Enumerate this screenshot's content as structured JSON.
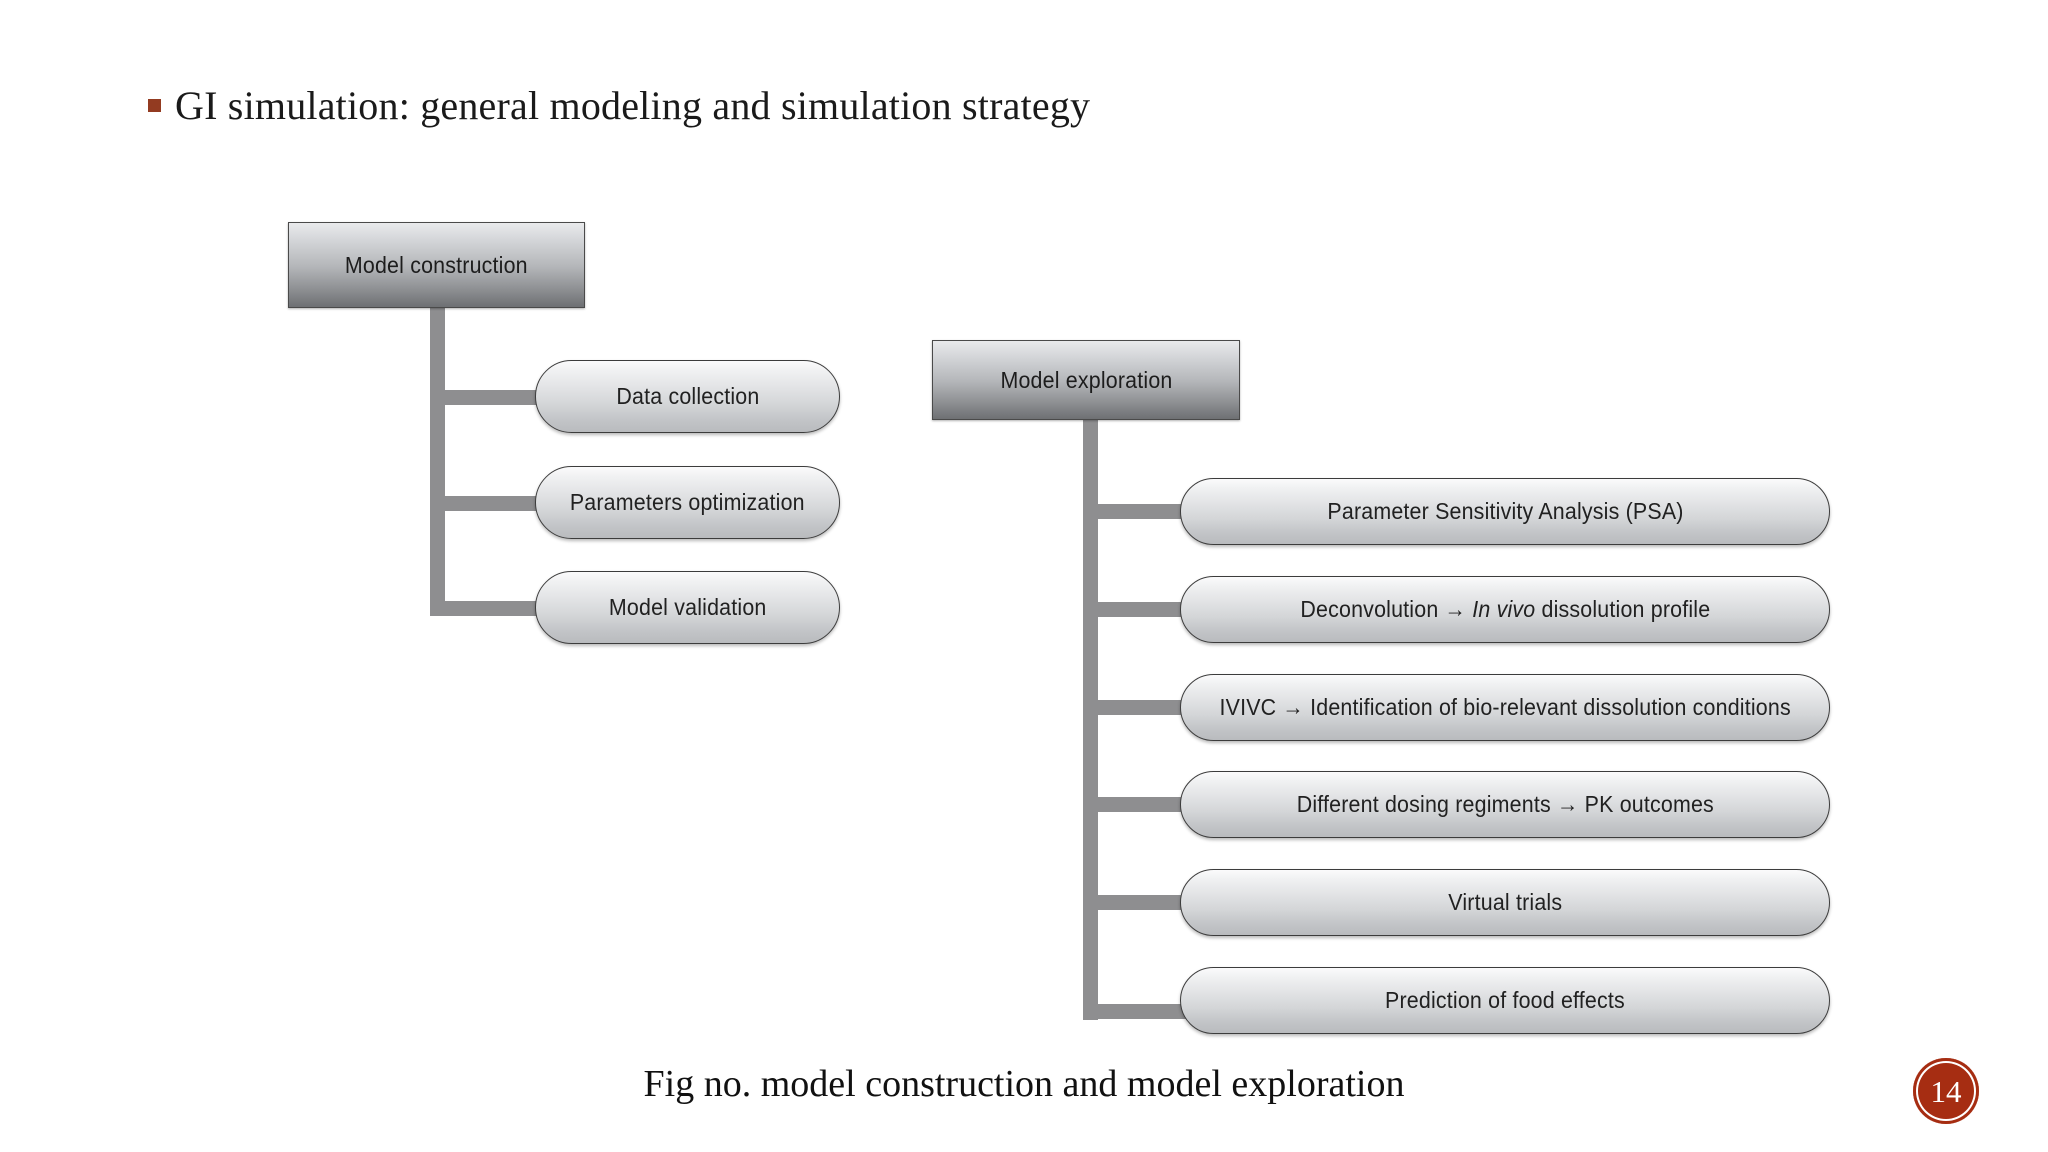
{
  "slide": {
    "title": "GI simulation: general modeling and simulation strategy",
    "bullet_color": "#933b21",
    "caption": "Fig no. model construction and model exploration",
    "page_number": "14",
    "page_badge_color": "#a62d12",
    "background": "#ffffff"
  },
  "diagram": {
    "connector_color": "#8e8e90",
    "trees": [
      {
        "id": "model-construction",
        "parent": "Model construction",
        "children": [
          "Data collection",
          "Parameters optimization",
          "Model validation"
        ]
      },
      {
        "id": "model-exploration",
        "parent": "Model exploration",
        "children": [
          "Parameter Sensitivity Analysis (PSA)",
          "Deconvolution → In vivo dissolution profile",
          "IVIVC → Identification of bio-relevant dissolution conditions",
          "Different dosing regiments → PK outcomes",
          "Virtual trials",
          "Prediction of food effects"
        ],
        "children_parts": [
          {
            "pre": "Parameter Sensitivity Analysis (PSA)",
            "em": "",
            "post": ""
          },
          {
            "pre": "Deconvolution → ",
            "em": "In vivo",
            "post": " dissolution profile"
          },
          {
            "pre": "IVIVC → Identification of bio-relevant dissolution conditions",
            "em": "",
            "post": ""
          },
          {
            "pre": "Different dosing regiments → PK outcomes",
            "em": "",
            "post": ""
          },
          {
            "pre": "Virtual trials",
            "em": "",
            "post": ""
          },
          {
            "pre": "Prediction of food effects",
            "em": "",
            "post": ""
          }
        ]
      }
    ]
  }
}
